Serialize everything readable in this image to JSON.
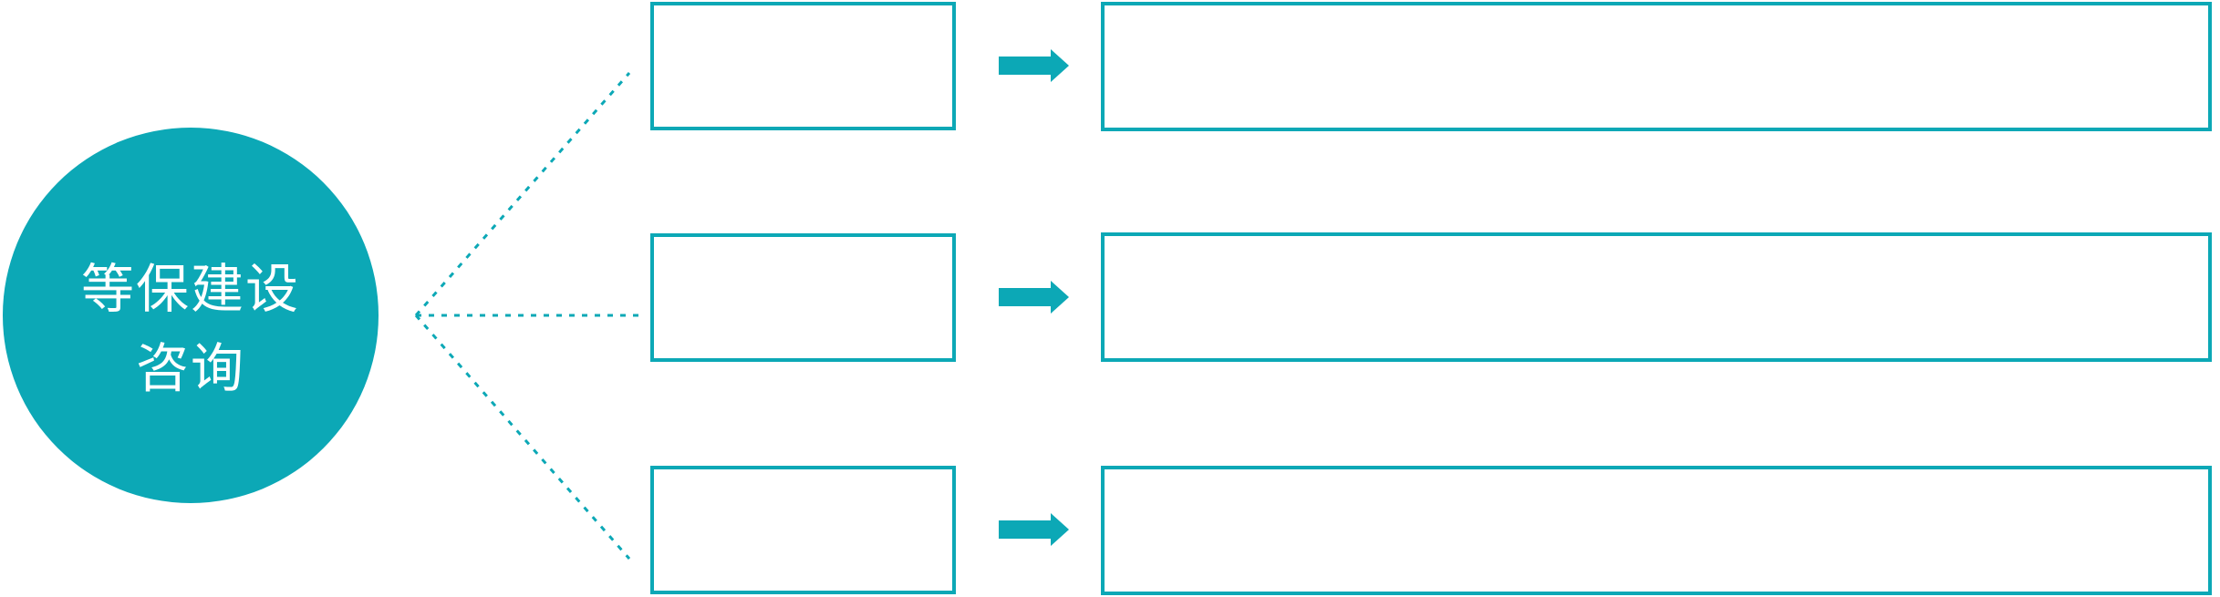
{
  "colors": {
    "accent": "#0ca8b6",
    "background": "#ffffff",
    "text": "#ffffff"
  },
  "circle": {
    "line1": "等保建设",
    "line2": "咨询"
  },
  "icons": {
    "arrow_right": "➡",
    "connector_style": "dotted-line"
  },
  "rows": [
    {
      "source_label": "",
      "detail_label": ""
    },
    {
      "source_label": "",
      "detail_label": ""
    },
    {
      "source_label": "",
      "detail_label": ""
    }
  ]
}
